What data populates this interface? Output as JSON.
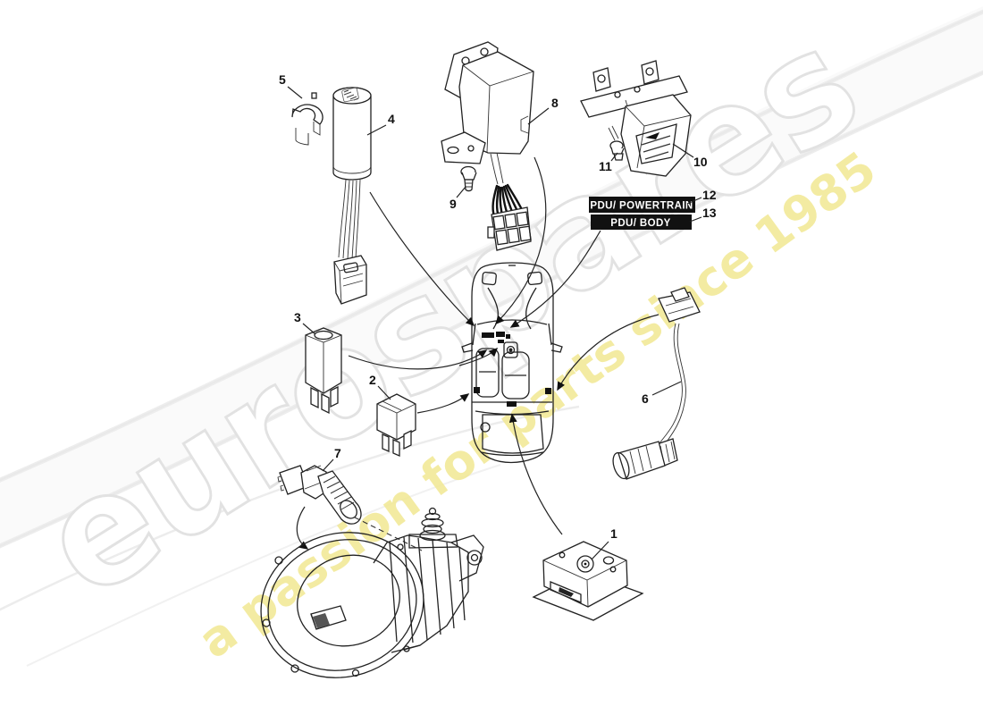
{
  "watermark": {
    "brand": "eurospares",
    "tagline": "a passion for parts since 1985",
    "brand_outline_color": "#e2e2e2",
    "tagline_color": "#f2e996",
    "swoosh_color": "#e9e9e9"
  },
  "pdu_labels": [
    {
      "text": "PDU/ POWERTRAIN",
      "bg": "#111111",
      "fg": "#ffffff"
    },
    {
      "text": "PDU/ BODY",
      "bg": "#111111",
      "fg": "#ffffff"
    }
  ],
  "callouts": [
    {
      "number": "1"
    },
    {
      "number": "2"
    },
    {
      "number": "3"
    },
    {
      "number": "4"
    },
    {
      "number": "5"
    },
    {
      "number": "6"
    },
    {
      "number": "7"
    },
    {
      "number": "8"
    },
    {
      "number": "9"
    },
    {
      "number": "10"
    },
    {
      "number": "11"
    },
    {
      "number": "12"
    },
    {
      "number": "13"
    }
  ],
  "line_color": "#222222"
}
